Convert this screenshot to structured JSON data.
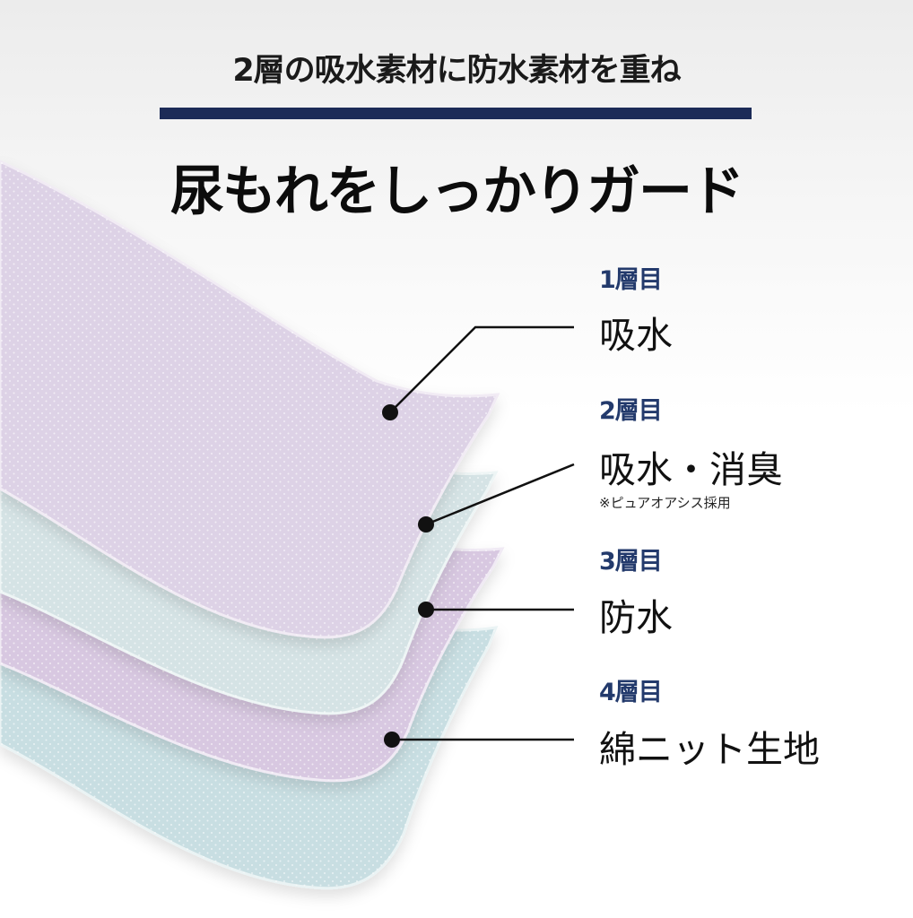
{
  "header": {
    "subtitle": "2層の吸水素材に防水素材を重ね",
    "headline": "尿もれをしっかりガード"
  },
  "layers": [
    {
      "level": "1層目",
      "name": "吸水",
      "color": "#ddd2e6"
    },
    {
      "level": "2層目",
      "name": "吸水・消臭",
      "note": "※ピュアオアシス採用",
      "color": "#d5e3e5"
    },
    {
      "level": "3層目",
      "name": "防水",
      "color": "#d8c8e1"
    },
    {
      "level": "4層目",
      "name": "綿ニット生地",
      "color": "#c8dee2"
    }
  ],
  "colors": {
    "accent_bar": "#1c2b57",
    "level_text": "#233a6c"
  }
}
